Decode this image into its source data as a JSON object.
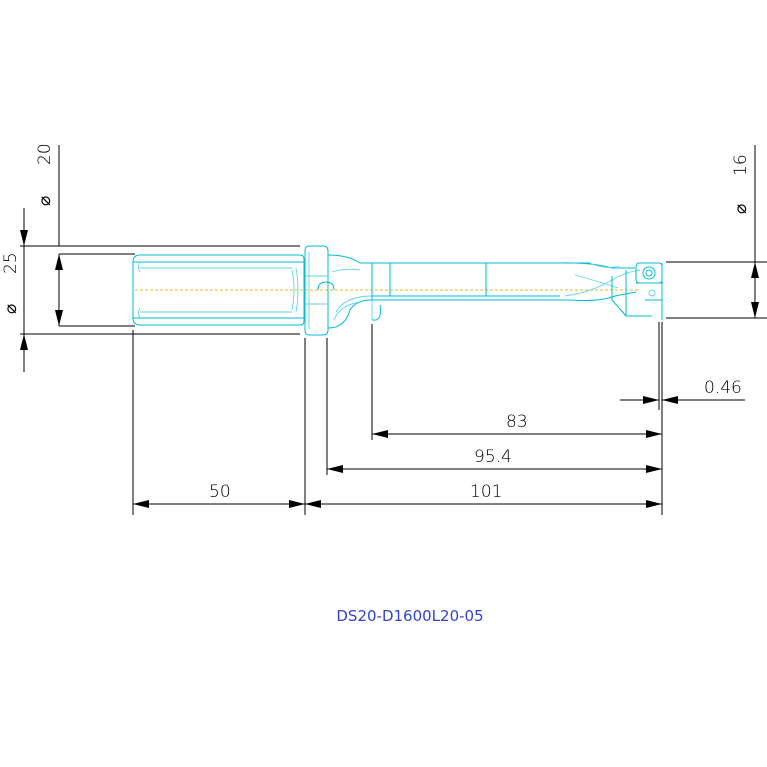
{
  "drawing": {
    "part_number": "DS20-D1600L20-05",
    "colors": {
      "background": "#ffffff",
      "dimension": "#000000",
      "part_outline": "#00bcd4",
      "centerline": "#e8b830",
      "title": "#3344cc"
    },
    "dimensions": {
      "dia20": {
        "symbol": "⌀",
        "value": "20"
      },
      "dia25": {
        "symbol": "⌀",
        "value": "25"
      },
      "dia16": {
        "symbol": "⌀",
        "value": "16"
      },
      "offset": "0.46",
      "len83": "83",
      "len95": "95.4",
      "shank": "50",
      "len101": "101"
    }
  }
}
